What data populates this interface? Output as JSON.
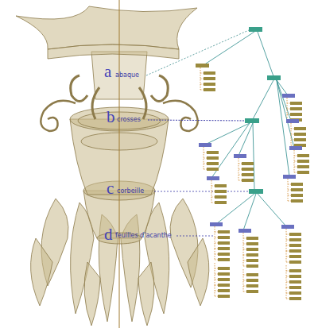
{
  "diagram": {
    "labels": [
      "a",
      "abaque",
      "b",
      "crosses",
      "c",
      "corbeille",
      "d",
      "feuilles d'acanthe"
    ]
  }
}
